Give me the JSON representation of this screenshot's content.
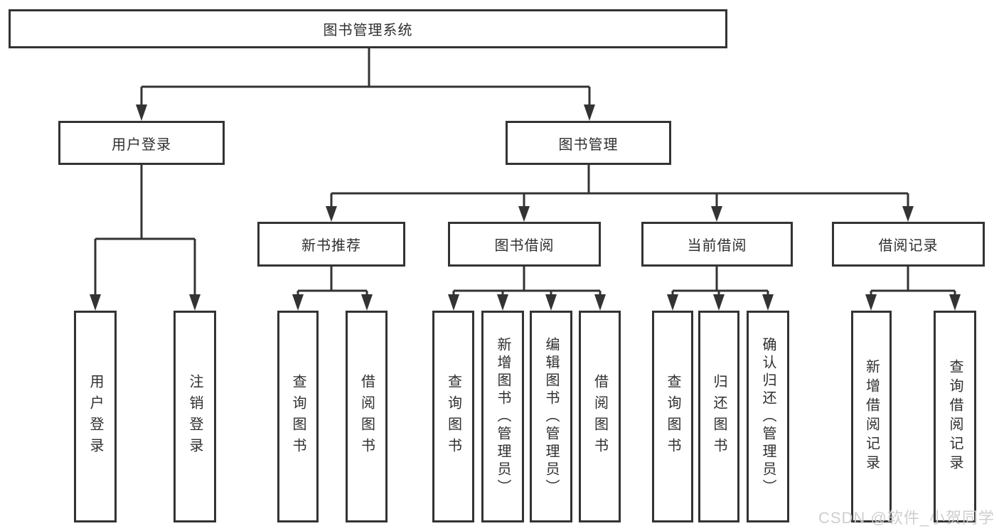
{
  "diagram": {
    "root": {
      "label": "图书管理系统"
    },
    "branches": [
      {
        "label": "用户登录",
        "children": [
          {
            "label": "用户登录"
          },
          {
            "label": "注销登录"
          }
        ]
      },
      {
        "label": "图书管理",
        "children": [
          {
            "label": "新书推荐",
            "children": [
              {
                "label": "查询图书"
              },
              {
                "label": "借阅图书"
              }
            ]
          },
          {
            "label": "图书借阅",
            "children": [
              {
                "label": "查询图书"
              },
              {
                "label": "新增图书（管理员）"
              },
              {
                "label": "编辑图书（管理员）"
              },
              {
                "label": "借阅图书"
              }
            ]
          },
          {
            "label": "当前借阅",
            "children": [
              {
                "label": "查询图书"
              },
              {
                "label": "归还图书"
              },
              {
                "label": "确认归还（管理员）"
              }
            ]
          },
          {
            "label": "借阅记录",
            "children": [
              {
                "label": "新增借阅记录"
              },
              {
                "label": "查询借阅记录"
              }
            ]
          }
        ]
      }
    ]
  },
  "watermark": {
    "text": "CSDN @软件_小贺同学"
  },
  "colors": {
    "line": "#333333",
    "box_border": "#333333",
    "text": "#2f2f2f",
    "watermark": "#cbcbcb",
    "background": "#ffffff"
  }
}
